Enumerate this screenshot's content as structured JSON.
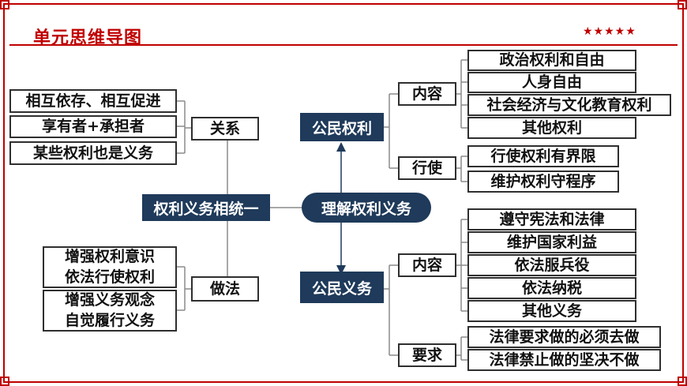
{
  "title": "单元思维导图",
  "stars": "★★★★★",
  "colors": {
    "accent": "#c00000",
    "node_dark": "#1f3a5a",
    "line": "#8a8a8a"
  },
  "center": "理解权利义务",
  "rights": {
    "label": "公民权利",
    "content": {
      "label": "内容",
      "items": [
        "政治权利和自由",
        "人身自由",
        "社会经济与文化教育权利",
        "其他权利"
      ]
    },
    "exercise": {
      "label": "行使",
      "items": [
        "行使权利有界限",
        "维护权利守程序"
      ]
    }
  },
  "duties": {
    "label": "公民义务",
    "content": {
      "label": "内容",
      "items": [
        "遵守宪法和法律",
        "维护国家利益",
        "依法服兵役",
        "依法纳税",
        "其他义务"
      ]
    },
    "requirement": {
      "label": "要求",
      "items": [
        "法律要求做的必须去做",
        "法律禁止做的坚决不做"
      ]
    }
  },
  "unity": {
    "label": "权利义务相统一",
    "relation": {
      "label": "关系",
      "items": [
        "相互依存、相互促进",
        "享有者+承担者",
        "某些权利也是义务"
      ]
    },
    "method": {
      "label": "做法",
      "items": [
        {
          "line1": "增强权利意识",
          "line2": "依法行使权利"
        },
        {
          "line1": "增强义务观念",
          "line2": "自觉履行义务"
        }
      ]
    }
  }
}
